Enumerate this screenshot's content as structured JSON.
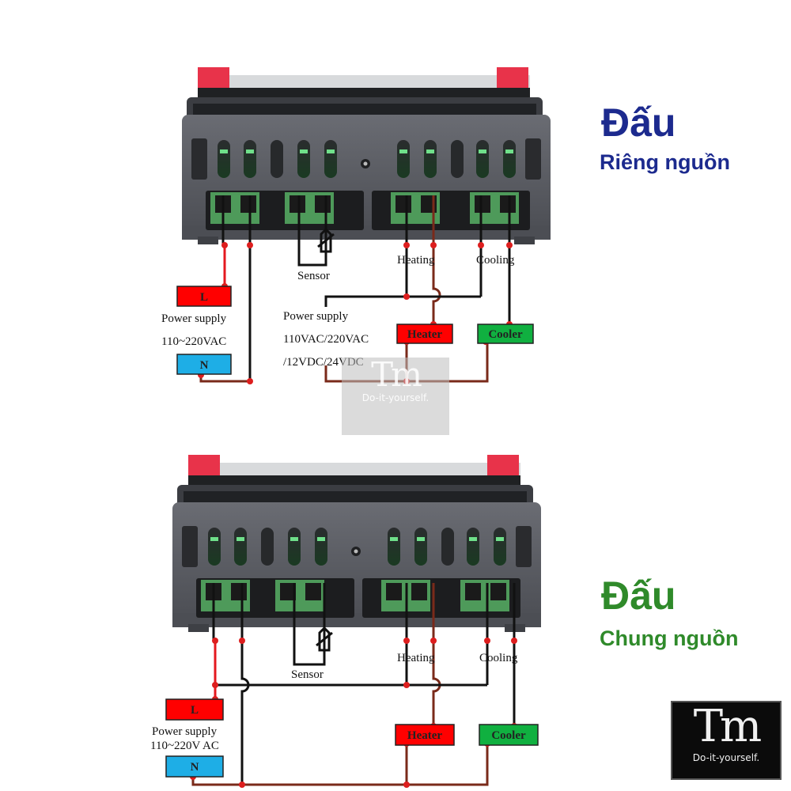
{
  "panels": [
    {
      "id": "separate",
      "title": "Đấu",
      "subtitle": "Riêng nguồn",
      "title_color": "#1c2a8e",
      "labels": {
        "sensor": "Sensor",
        "heating": "Heating",
        "cooling": "Cooling",
        "power_supply_main": "Power supply",
        "power_supply_main_voltage": "110~220VAC",
        "power_supply_load": "Power supply",
        "power_supply_load_voltage_1": "110VAC/220VAC",
        "power_supply_load_voltage_2": "/12VDC/24VDC",
        "live": "L",
        "neutral": "N",
        "heater": "Heater",
        "cooler": "Cooler"
      }
    },
    {
      "id": "common",
      "title": "Đấu",
      "subtitle": "Chung nguồn",
      "title_color": "#2f8a2a",
      "labels": {
        "sensor": "Sensor",
        "heating": "Heating",
        "cooling": "Cooling",
        "power_supply_main": "Power supply",
        "power_supply_main_voltage": "110~220V AC",
        "live": "L",
        "neutral": "N",
        "heater": "Heater",
        "cooler": "Cooler"
      }
    }
  ],
  "watermark": {
    "mark": "Tm",
    "tagline": "Do-it-yourself."
  },
  "logo": {
    "mark": "Tm",
    "tagline": "Do-it-yourself."
  },
  "colors": {
    "live_box": "#ff0000",
    "neutral_box": "#1eaee6",
    "heater_box": "#ff0000",
    "cooler_box": "#10b040",
    "terminal_green": "#4e9a5a",
    "housing": "#55575e",
    "clip_red": "#e8334a"
  }
}
